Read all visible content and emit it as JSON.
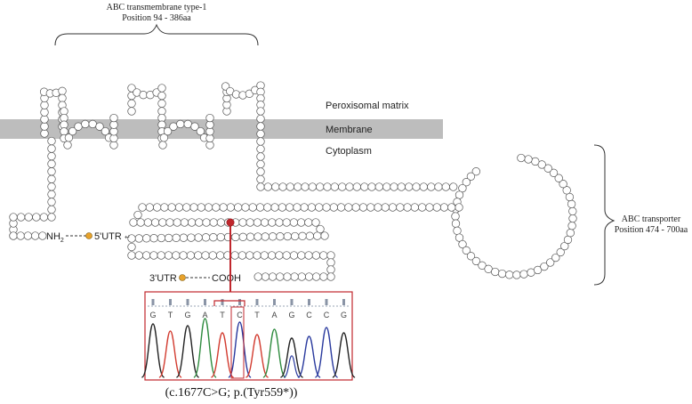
{
  "domain_title": {
    "line1": "ABC transmembrane type-1",
    "line2": "Position 94 - 386aa"
  },
  "transporter_domain": {
    "line1": "ABC transporter",
    "line2": "Position 474 - 700aa"
  },
  "regions": {
    "peroxisomal_matrix": "Peroxisomal matrix",
    "membrane": "Membrane",
    "cytoplasm": "Cytoplasm"
  },
  "n_terminus": {
    "group": "NH",
    "subscript": "2",
    "utr": "5'UTR",
    "return_mark": "↵"
  },
  "c_terminus": {
    "utr": "3'UTR",
    "group": "COOH"
  },
  "chromatogram": {
    "bases": [
      "G",
      "T",
      "G",
      "A",
      "T",
      "C",
      "T",
      "A",
      "G",
      "C",
      "C",
      "G"
    ],
    "mutation_index": 8
  },
  "mutation_label": "(c.1677C>G; p.(Tyr559*))",
  "colors": {
    "residue_fill": "#ffffff",
    "residue_stroke": "#555555",
    "membrane": "#bdbdbd",
    "mutation": "#c0272d",
    "utr_dot": "#e8a22b",
    "trace_G": "#222222",
    "trace_T": "#d23b2f",
    "trace_A": "#2e8b3e",
    "trace_C": "#2a3a9e"
  }
}
